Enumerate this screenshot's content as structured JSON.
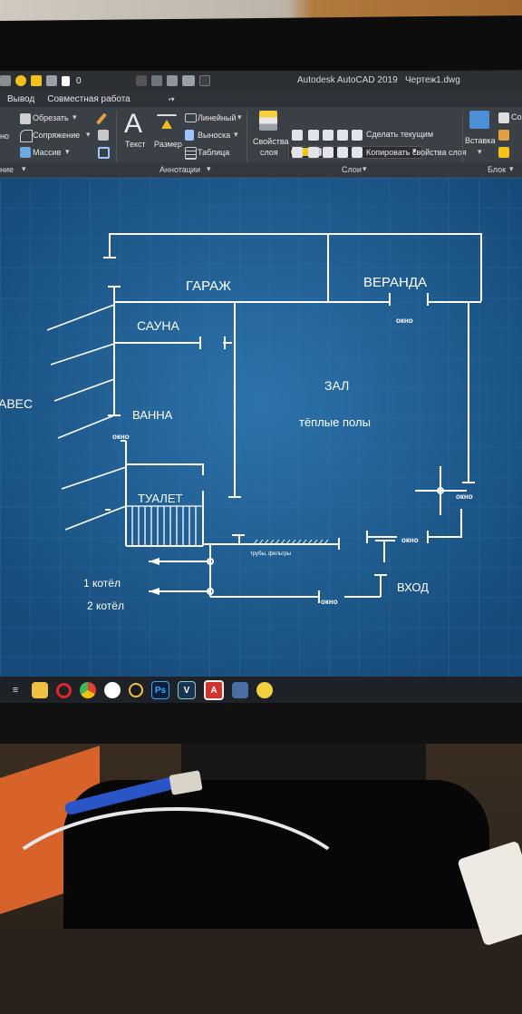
{
  "app": {
    "title": "Autodesk AutoCAD 2019",
    "filename": "Чертеж1.dwg",
    "quick_access_layer": "0"
  },
  "ribbon_tabs": [
    {
      "label": "Вывод"
    },
    {
      "label": "Совместная работа"
    }
  ],
  "ribbon": {
    "modify": {
      "trim_label": "Обрезать",
      "fillet_label": "Сопряжение",
      "array_label": "Массив",
      "partial_left_1": "но",
      "footer_partial": "ние"
    },
    "annotations": {
      "text_label": "Текст",
      "dimension_label": "Размер",
      "linear_label": "Линейный",
      "leader_label": "Выноска",
      "table_label": "Таблица",
      "panel_title": "Аннотации"
    },
    "layers": {
      "properties_label_1": "Свойства",
      "properties_label_2": "слоя",
      "current_layer": "0",
      "make_current_label": "Сделать текущим",
      "match_layer_label": "Копировать свойства слоя",
      "panel_title": "Слои"
    },
    "block": {
      "insert_label": "Вставка",
      "create_partial": "Соз",
      "panel_title": "Блок"
    }
  },
  "drawing": {
    "labels": {
      "garage": "ГАРАЖ",
      "veranda": "ВЕРАНДА",
      "sauna": "САУНА",
      "hall": "ЗАЛ",
      "floor_heating": "тёплые полы",
      "bath": "ВАННА",
      "canopy_partial": "АВЕС",
      "toilet": "ТУАЛЕТ",
      "boiler_1": "1 котёл",
      "boiler_2": "2 котёл",
      "entrance": "ВХОД",
      "pipes": "трубы, фильтры",
      "window_1": "окно",
      "window_2": "окно",
      "window_3": "окно",
      "window_4": "окно",
      "window_5": "окно"
    }
  },
  "colors": {
    "canvas": "#1d5a8c",
    "ribbon": "#3b3f46",
    "line": "#ffffff"
  },
  "taskbar": {
    "icons": [
      "task-view-icon",
      "explorer-icon",
      "opera-icon",
      "chrome-icon",
      "whatsapp-icon",
      "archicad-icon",
      "photoshop-icon",
      "vegas-icon",
      "autocad-icon",
      "viewer-icon",
      "yandex-icon"
    ],
    "photoshop_glyph": "Ps",
    "vegas_glyph": "V",
    "autocad_glyph": "A"
  }
}
